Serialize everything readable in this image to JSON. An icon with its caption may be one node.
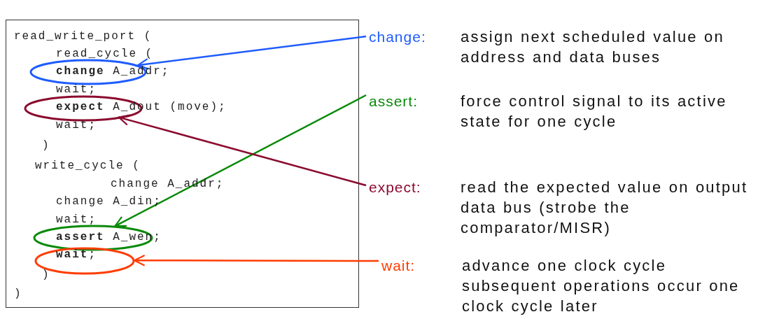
{
  "diagram": {
    "nodes": [
      {
        "text": [],
        "shape": "box"
      },
      {
        "text": [],
        "shape": "ellipse",
        "in": 0
      },
      {
        "text": [],
        "shape": "ellipse",
        "in": 0
      },
      {
        "text": [],
        "shape": "ellipse",
        "in": 0
      },
      {
        "text": [],
        "shape": "ellipse",
        "in": 0
      },
      {
        "text": [
          "change:",
          "assign next scheduled value on address and data buses"
        ]
      },
      {
        "text": [
          "assert:",
          "force control signal to its active state for one cycle"
        ]
      },
      {
        "text": [
          "expect:",
          "read the expected value on output data bus (strobe the comparator/MISR)"
        ]
      },
      {
        "text": [
          "wait:",
          "advance one clock cycle subsequent operations occur one clock cycle later"
        ]
      }
    ],
    "edges": [
      {
        "from": 5,
        "to": 1,
        "arrow": "to",
        "color": "#1f5cff"
      },
      {
        "from": 6,
        "to": 3,
        "arrow": "to",
        "color": "#0a8a0a"
      },
      {
        "from": 7,
        "to": 2,
        "arrow": "to",
        "color": "#8b0a2e"
      },
      {
        "from": 8,
        "to": 4,
        "arrow": "to",
        "color": "#ff3c00"
      }
    ],
    "labels": [
      "read_write_port (",
      "read_cycle (",
      "**change** A_addr;",
      "wait;",
      "**expect** A_dout (move);",
      "wait;",
      ")",
      "write_cycle (",
      "change A_addr;",
      "change A_din;",
      "wait;",
      "**assert** A_wen;",
      "**wait**;",
      ")",
      ")"
    ]
  }
}
